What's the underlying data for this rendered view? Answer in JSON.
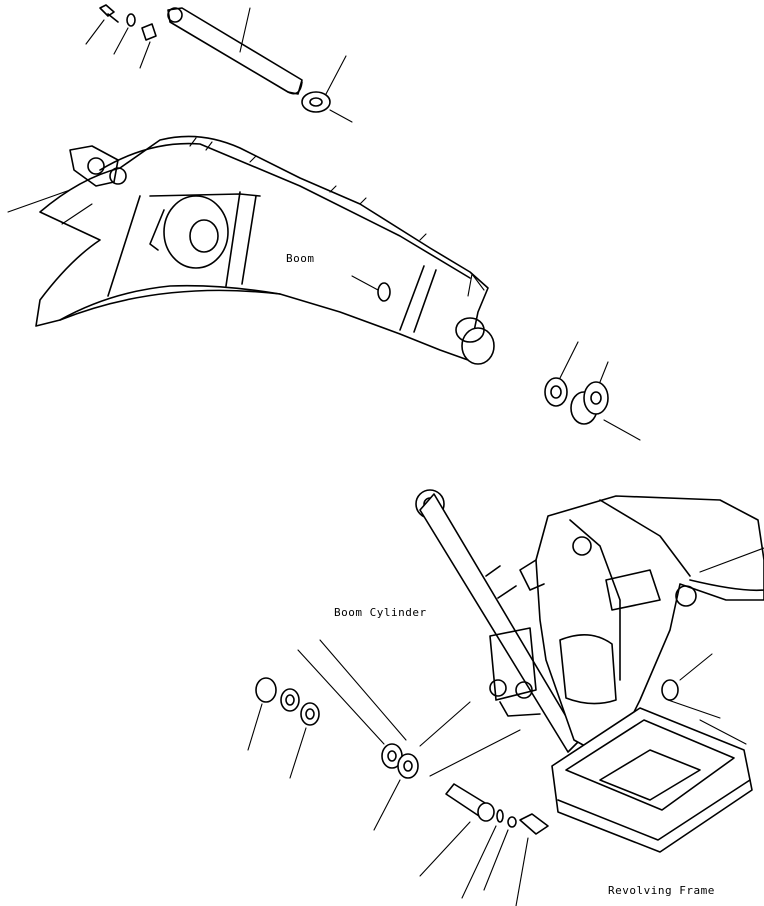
{
  "labels": {
    "boom": "Boom",
    "boom_cylinder": "Boom Cylinder",
    "revolving_frame": "Revolving Frame"
  }
}
